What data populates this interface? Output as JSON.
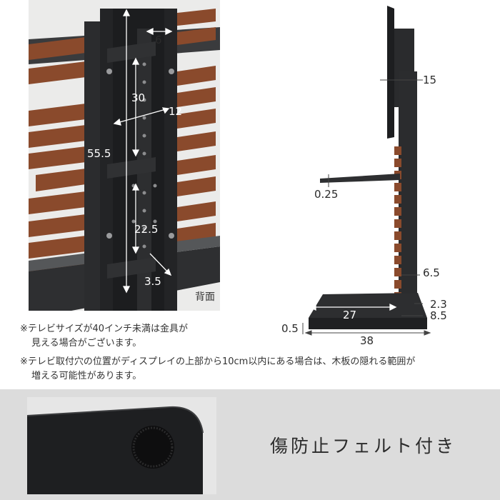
{
  "back_photo": {
    "dimensions": [
      "6",
      "30",
      "12",
      "55.5",
      "22.5",
      "3.5"
    ],
    "caption": "背面"
  },
  "side_view": {
    "dimensions": [
      "15",
      "0.25",
      "6.5",
      "2.3",
      "8.5",
      "27",
      "0.5",
      "38"
    ]
  },
  "notes": [
    "※テレビサイズが40インチ未満は金具が",
    "見える場合がございます。",
    "※テレビ取付穴の位置がディスプレイの上部から10cm以内にある場合は、木板の隠れる範囲が",
    "増える可能性があります。"
  ],
  "felt": {
    "caption": "傷防止フェルト付き"
  },
  "colors": {
    "wood": "#8a4a2c",
    "metal": "#2a2a2c",
    "band": "#dcdcdc"
  }
}
